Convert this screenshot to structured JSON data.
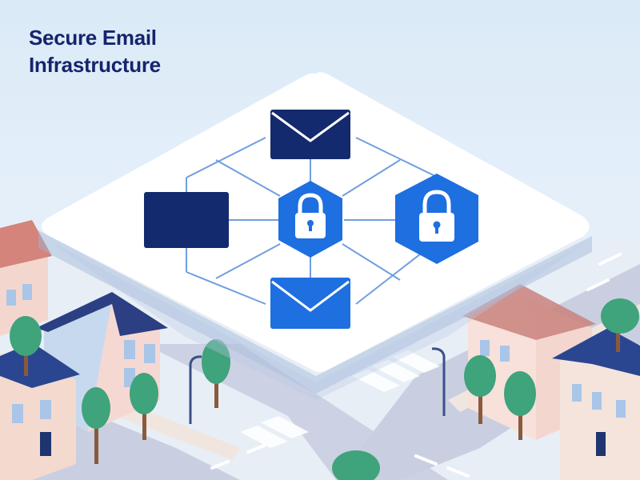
{
  "title": {
    "line1": "Secure Email",
    "line2": "Infrastructure"
  },
  "colors": {
    "title_text": "#15246b",
    "navy": "#142a6e",
    "accent_blue": "#1e6fe0",
    "connector": "#6f9fe0",
    "platform": "#ffffff",
    "sky": "#dbeaf7"
  },
  "diagram": {
    "nodes": [
      {
        "name": "envelope-top",
        "icon": "envelope-icon",
        "color": "navy"
      },
      {
        "name": "server-box-left",
        "icon": "rectangle-box",
        "color": "navy"
      },
      {
        "name": "lock-hexagon-center",
        "icon": "padlock-icon",
        "color": "accent_blue"
      },
      {
        "name": "lock-hexagon-right",
        "icon": "padlock-icon",
        "color": "accent_blue"
      },
      {
        "name": "envelope-bottom",
        "icon": "envelope-icon",
        "color": "accent_blue"
      }
    ]
  }
}
